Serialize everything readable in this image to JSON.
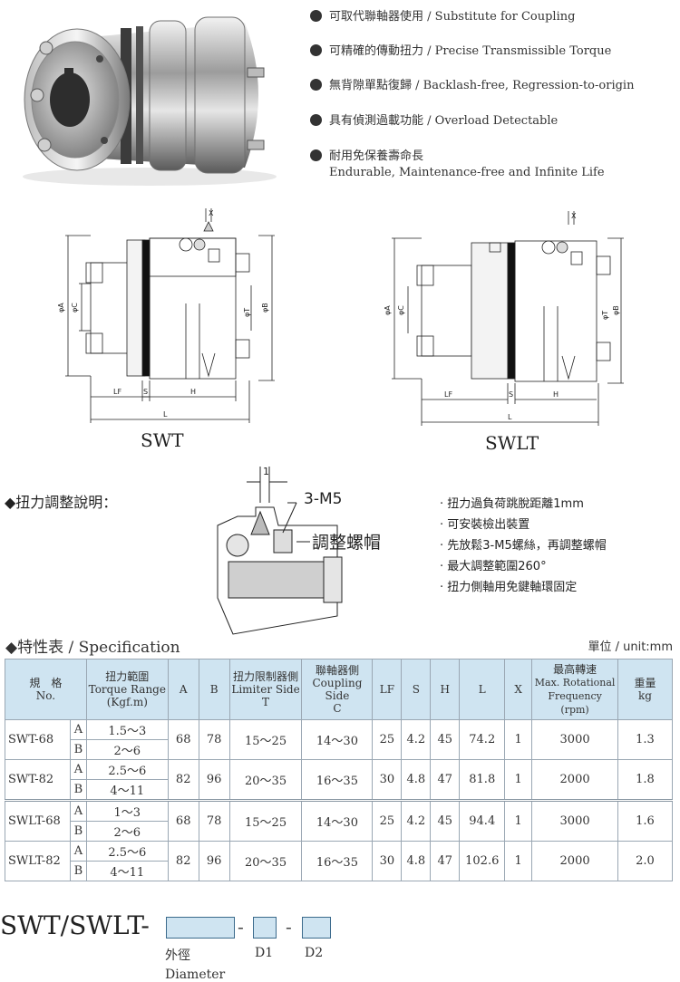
{
  "features": [
    {
      "zh": "可取代聯軸器使用",
      "en": "Substitute for Coupling"
    },
    {
      "zh": "可精確的傳動扭力",
      "en": "Precise Transmissible  Torque"
    },
    {
      "zh": "無背隙單點復歸",
      "en": "Backlash-free, Regression-to-origin"
    },
    {
      "zh": "具有偵測過載功能",
      "en": "Overload Detectable"
    },
    {
      "zh": "耐用免保養壽命長",
      "en": "Endurable, Maintenance-free and Infinite Life"
    }
  ],
  "drawings": {
    "left_caption": "SWT",
    "right_caption": "SWLT",
    "dims": {
      "x": "X",
      "a": "φA",
      "c": "φC",
      "t": "φT",
      "b": "φB",
      "lf": "LF",
      "s": "S",
      "h": "H",
      "l": "L"
    }
  },
  "torque_adjust": {
    "title": "◆扭力調整說明：",
    "dim_label": "1",
    "screw_label": "3-M5",
    "nut_label": "調整螺帽",
    "notes": [
      "扭力過負荷跳脫距離1mm",
      "可安裝檢出裝置",
      "先放鬆3-M5螺絲，再調整螺帽",
      "最大調整範圍260°",
      "扭力側軸用免鍵軸環固定"
    ]
  },
  "spec": {
    "title_zh": "◆特性表",
    "title_en": "/ Specification",
    "unit": "單位 / unit:mm",
    "headers": {
      "model_zh": "規　格",
      "model_en": "No.",
      "torque_zh": "扭力範圍",
      "torque_en": "Torque Range",
      "torque_unit": "(Kgf.m)",
      "a": "A",
      "b": "B",
      "limiter_zh": "扭力限制器側",
      "limiter_en": "Limiter Side",
      "limiter_sym": "T",
      "coupling_zh": "聯軸器側",
      "coupling_en": "Coupling Side",
      "coupling_sym": "C",
      "lf": "LF",
      "s": "S",
      "h": "H",
      "l": "L",
      "x": "X",
      "speed_zh": "最高轉速",
      "speed_en1": "Max. Rotational",
      "speed_en2": "Frequency",
      "speed_unit": "(rpm)",
      "weight_zh": "重量",
      "weight_unit": "kg"
    },
    "rows": [
      {
        "model": "SWT-68",
        "va": "A",
        "ta": "1.5～3",
        "vb": "B",
        "tb": "2～6",
        "a": "68",
        "b": "78",
        "t": "15～25",
        "c": "14～30",
        "lf": "25",
        "s": "4.2",
        "h": "45",
        "l": "74.2",
        "x": "1",
        "rpm": "3000",
        "kg": "1.3"
      },
      {
        "model": "SWT-82",
        "va": "A",
        "ta": "2.5～6",
        "vb": "B",
        "tb": "4～11",
        "a": "82",
        "b": "96",
        "t": "20～35",
        "c": "16～35",
        "lf": "30",
        "s": "4.8",
        "h": "47",
        "l": "81.8",
        "x": "1",
        "rpm": "2000",
        "kg": "1.8"
      },
      {
        "model": "SWLT-68",
        "va": "A",
        "ta": "1～3",
        "vb": "B",
        "tb": "2～6",
        "a": "68",
        "b": "78",
        "t": "15～25",
        "c": "14～30",
        "lf": "25",
        "s": "4.2",
        "h": "45",
        "l": "94.4",
        "x": "1",
        "rpm": "3000",
        "kg": "1.6"
      },
      {
        "model": "SWLT-82",
        "va": "A",
        "ta": "2.5～6",
        "vb": "B",
        "tb": "4～11",
        "a": "82",
        "b": "96",
        "t": "20～35",
        "c": "16～35",
        "lf": "30",
        "s": "4.8",
        "h": "47",
        "l": "102.6",
        "x": "1",
        "rpm": "2000",
        "kg": "2.0"
      }
    ]
  },
  "order_code": {
    "prefix": "SWT/SWLT-",
    "sep": "-",
    "label_od_zh": "外徑",
    "label_od_en": "Diameter",
    "label_d1": "D1",
    "label_d2": "D2"
  }
}
